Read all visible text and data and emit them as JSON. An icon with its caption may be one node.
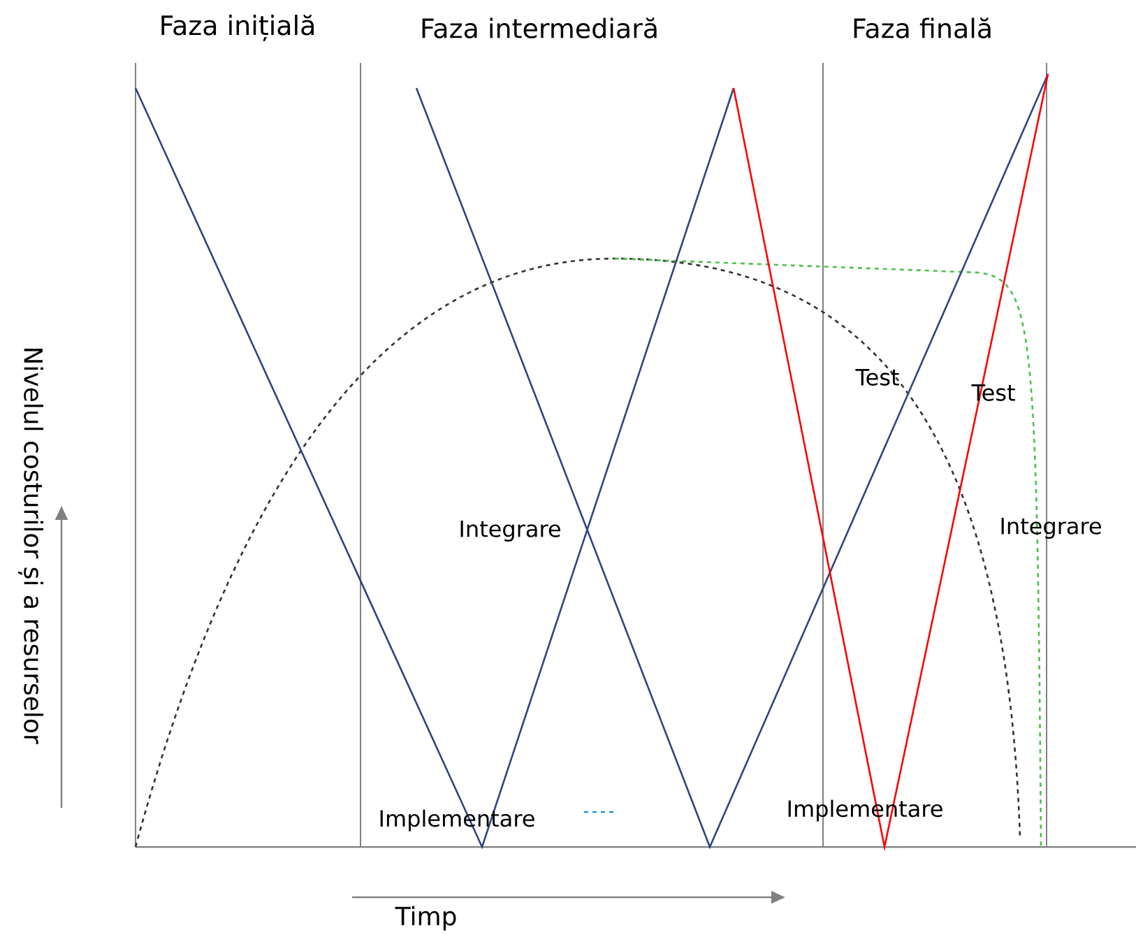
{
  "diagram": {
    "labels": [
      "Faza inițială",
      "Faza intermediară",
      "Faza finală",
      "Test",
      "Test",
      "Integrare",
      "Integrare",
      "Implementare",
      "Implementare",
      "Nivelul costurilor și a resurselor",
      "Timp"
    ]
  }
}
